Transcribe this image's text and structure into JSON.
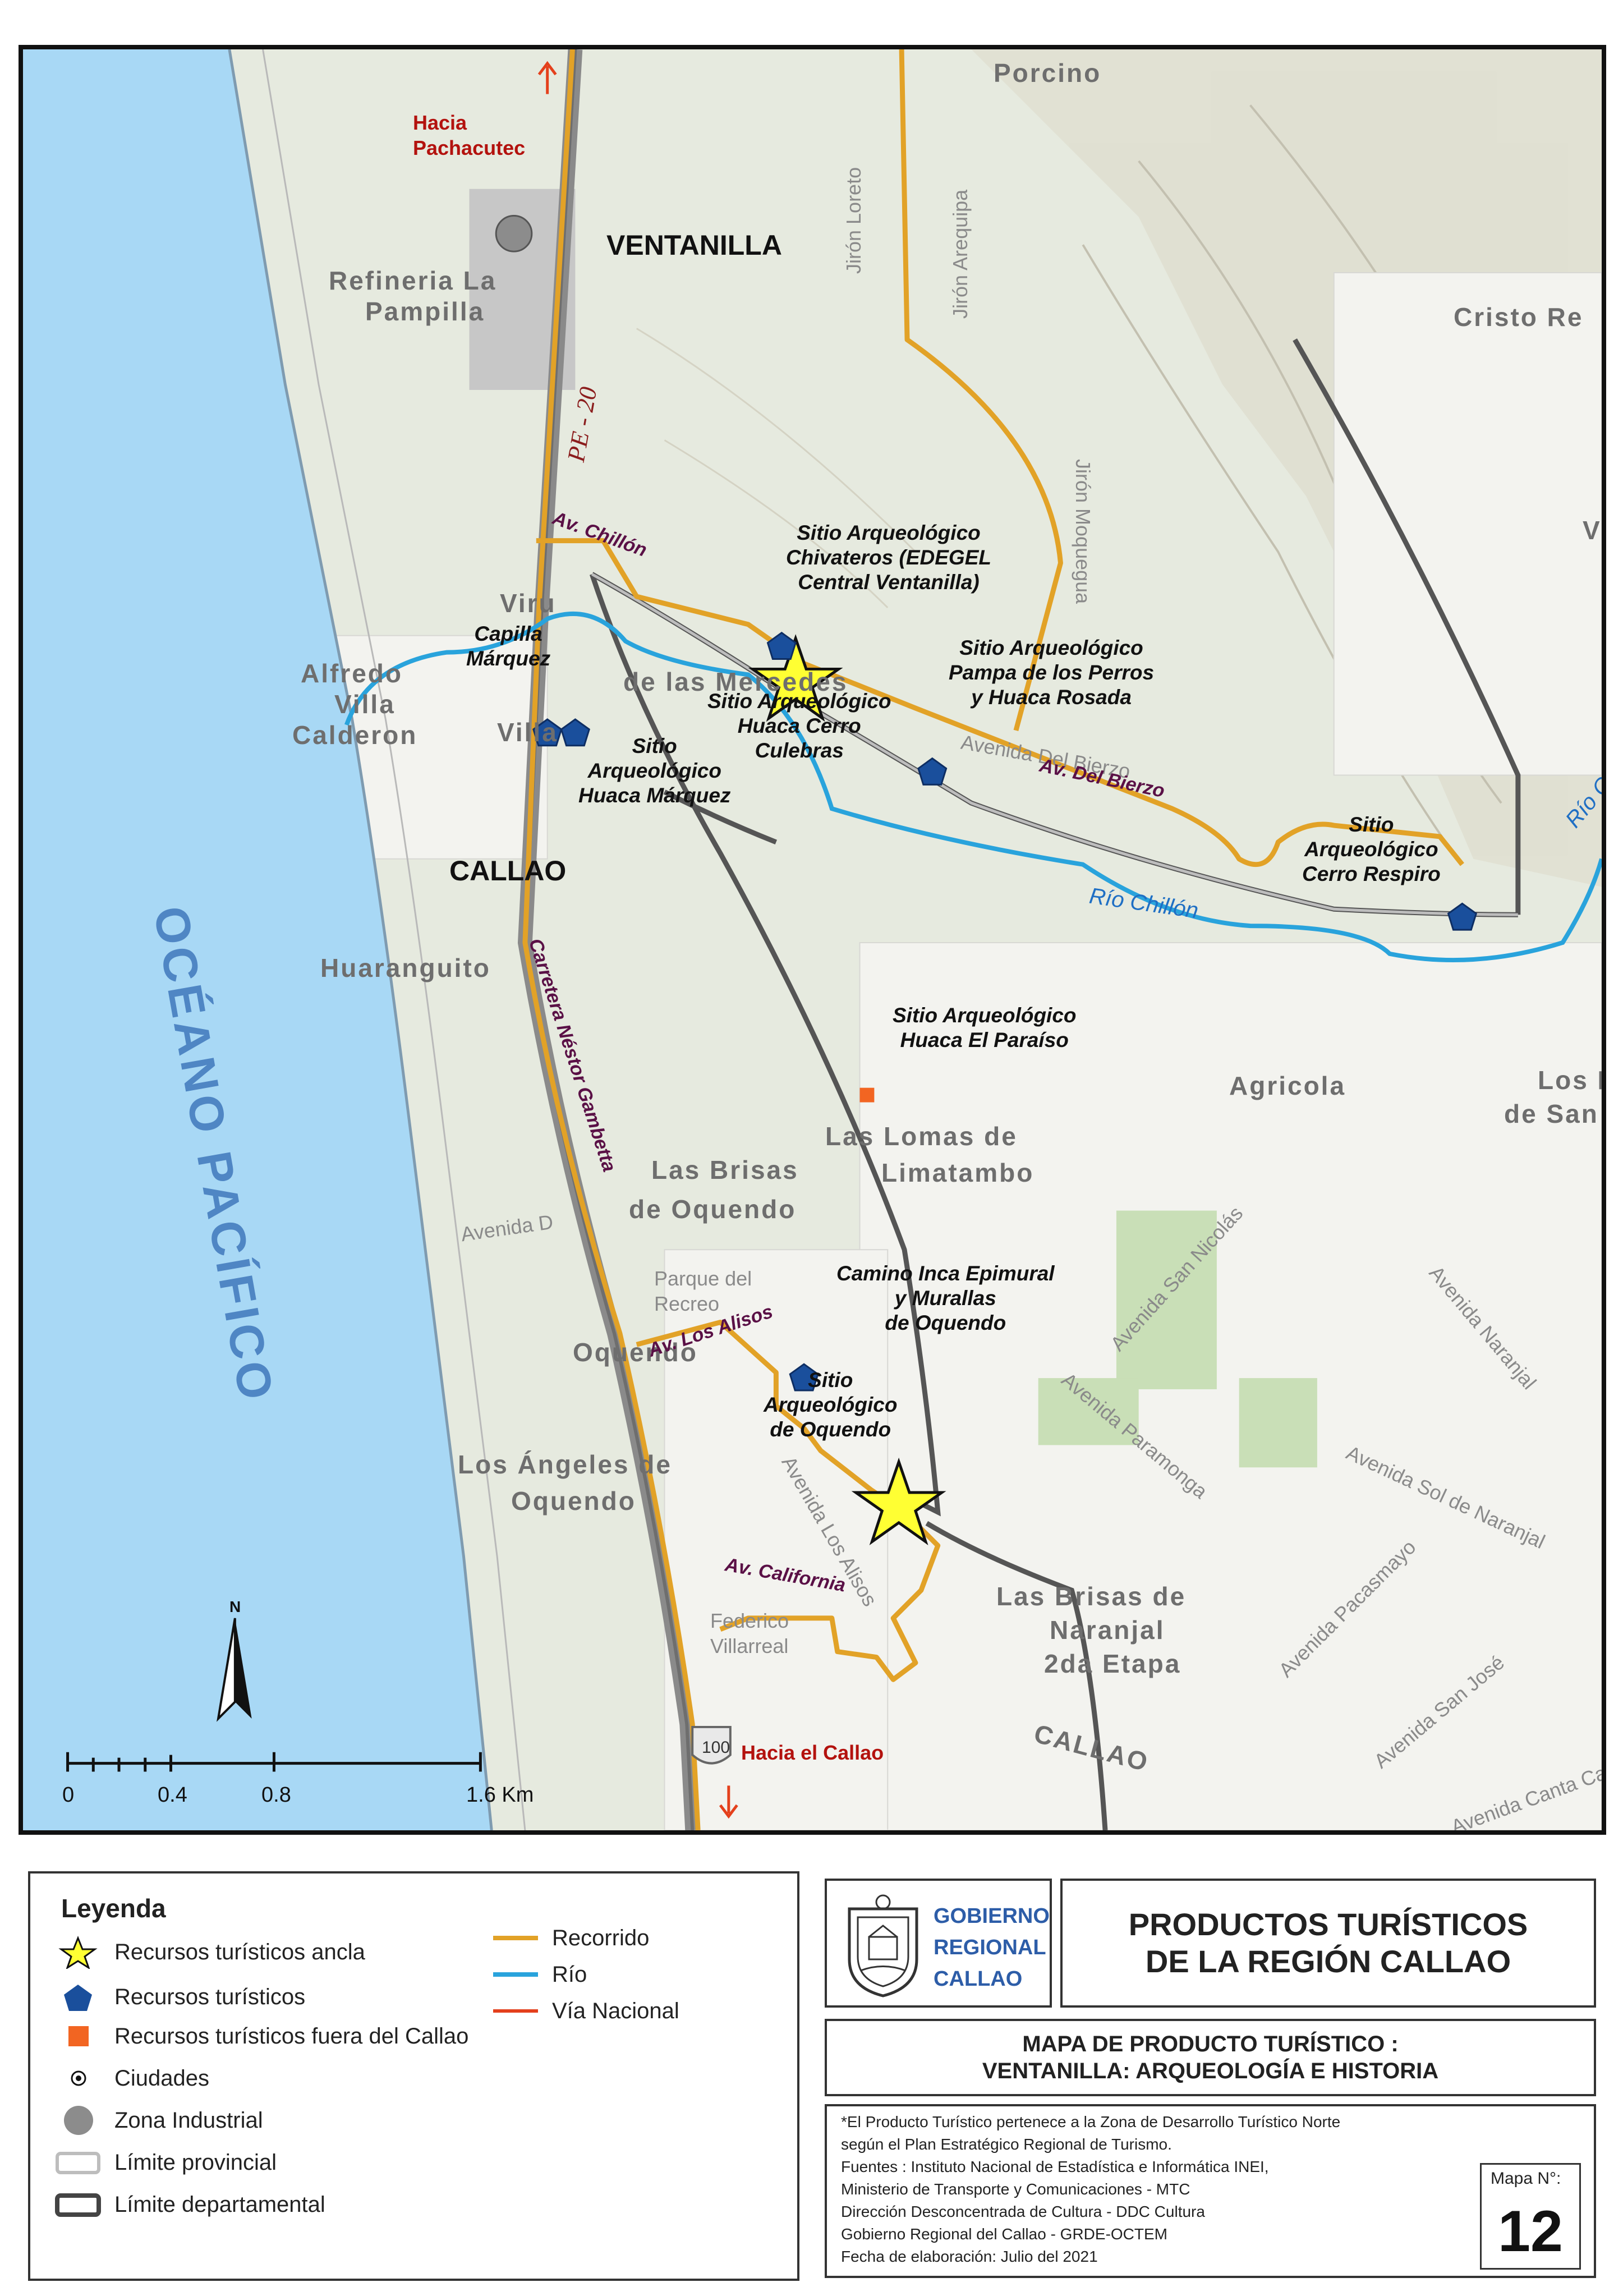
{
  "map": {
    "places": {
      "porcino": "Porcino",
      "refineria": "Refineria La",
      "refineria2": "Pampilla",
      "ventanilla": "VENTANILLA",
      "cristo": "Cristo Re",
      "viru": "Viru",
      "alfredo": "Alfredo",
      "villa": "Villa",
      "calderon": "Calderon",
      "villa2": "Villa",
      "callao_big": "CALLAO",
      "huaranguito": "Huaranguito",
      "agricola": "Agricola",
      "losr": "Los R",
      "desan": "de San",
      "lomas1": "Las Lomas de",
      "lomas2": "Limatambo",
      "brisas1": "Las Brisas",
      "brisas2": "de Oquendo",
      "oquendo": "Oquendo",
      "parque1": "Parque del",
      "parque2": "Recreo",
      "angeles1": "Los Ángeles de",
      "angeles2": "Oquendo",
      "federico1": "Federico",
      "federico2": "Villarreal",
      "naranjal1": "Las Brisas de",
      "naranjal2": "Naranjal",
      "naranjal3": "2da Etapa",
      "callao_bottom": "CALLAO",
      "mercedes": "de las Mercedes",
      "v": "V"
    },
    "streets": {
      "loreto": "Jirón Loreto",
      "arequipa": "Jirón Arequipa",
      "moquegua": "Jirón Moquegua",
      "avenida_d": "Avenida D",
      "san_nicolas": "Avenida San Nicolás",
      "naranjal": "Avenida Naranjal",
      "paramonga": "Avenida Paramonga",
      "solde": "Avenida Sol de Naranjal",
      "pacasmayo": "Avenida Pacasmayo",
      "san_jose": "Avenida San José",
      "canta": "Avenida Canta Callao",
      "del_bierzo_street": "Avenida Del Bierzo",
      "alisos_street": "Avenida Los Alisos"
    },
    "roads": {
      "chillon": "Av. Chillón",
      "bierzo": "Av. Del Bierzo",
      "gambetta": "Carretera Néstor Gambetta",
      "alisos": "Av. Los Alisos",
      "california": "Av. California",
      "pe20": "PE - 20",
      "shield100": "100"
    },
    "directions": {
      "north1": "Hacia",
      "north2": "Pachacutec",
      "south": "Hacia el Callao"
    },
    "river": "Río Chillón",
    "river_short": "Río C",
    "ocean": "OCÉANO PACÍFICO",
    "sites": {
      "chivateros": [
        "Sitio Arqueológico",
        "Chivateros (EDEGEL",
        "Central Ventanilla)"
      ],
      "capilla": [
        "Capilla",
        "Márquez"
      ],
      "huaca_marquez": [
        "Sitio",
        "Arqueológico",
        "Huaca Márquez"
      ],
      "culebras": [
        "Sitio Arqueológico",
        "Huaca Cerro",
        "Culebras"
      ],
      "pampa": [
        "Sitio Arqueológico",
        "Pampa de los Perros",
        "y Huaca Rosada"
      ],
      "respiro": [
        "Sitio",
        "Arqueológico",
        "Cerro Respiro"
      ],
      "paraiso": [
        "Sitio Arqueológico",
        "Huaca El Paraíso"
      ],
      "epimural": [
        "Camino Inca Epimural",
        "y Murallas",
        "de Oquendo"
      ],
      "oquendo_site": [
        "Sitio",
        "Arqueológico",
        "de Oquendo"
      ]
    },
    "north_letter": "N",
    "scale": {
      "labels": [
        "0",
        "0.4",
        "0.8",
        "1.6 Km"
      ]
    }
  },
  "legend": {
    "title": "Leyenda",
    "items_left": [
      "Recursos turísticos ancla",
      "Recursos turísticos",
      "Recursos turísticos fuera del Callao",
      "Ciudades",
      "Zona Industrial",
      "Límite provincial",
      "Límite departamental"
    ],
    "items_right": [
      "Recorrido",
      "Río",
      "Vía Nacional"
    ]
  },
  "logo": {
    "lines": [
      "GOBIERNO",
      "REGIONAL",
      "CALLAO"
    ]
  },
  "title": {
    "line1": "PRODUCTOS TURÍSTICOS",
    "line2": "DE LA REGIÓN CALLAO"
  },
  "subtitle": {
    "line1": "MAPA DE PRODUCTO TURÍSTICO :",
    "line2": "VENTANILLA: ARQUEOLOGÍA E HISTORIA"
  },
  "notes": [
    "*El Producto Turístico pertenece a la Zona de Desarrollo Turístico Norte",
    "según el Plan Estratégico Regional de Turismo.",
    "Fuentes : Instituto Nacional de Estadística e Informática INEI,",
    "Ministerio de Transporte y Comunicaciones - MTC",
    "Dirección Desconcentrada de Cultura - DDC Cultura",
    "Gobierno Regional del Callao - GRDE-OCTEM",
    "Fecha de elaboración: Julio del 2021"
  ],
  "map_number": {
    "label": "Mapa N°:",
    "value": "12"
  },
  "colors": {
    "route": "#e2a227",
    "river": "#29a3dc",
    "national_road": "#e4401c",
    "anchor_fill": "#ffff33",
    "resource": "#1a4f9c",
    "outside": "#f26522",
    "ocean": "#a8d8f5"
  }
}
